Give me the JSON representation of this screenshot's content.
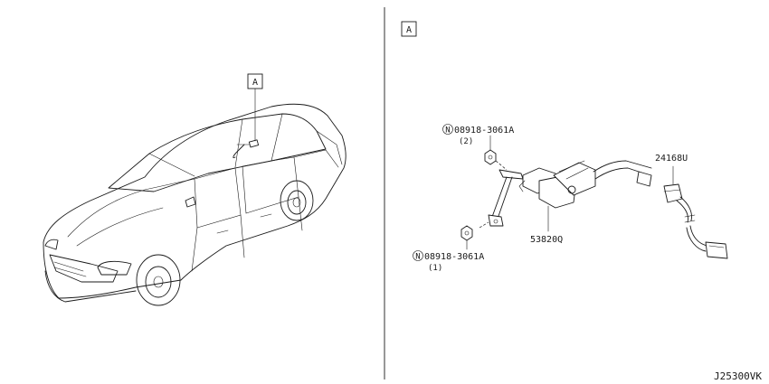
{
  "diagram": {
    "car_callout_letter": "A",
    "detail_callout_letter": "A",
    "diagram_code": "J25300VK",
    "parts": [
      {
        "number": "08918-3061A",
        "qty": "(2)",
        "marker": "N"
      },
      {
        "number": "08918-3061A",
        "qty": "(1)",
        "marker": "N"
      },
      {
        "number": "53820Q"
      },
      {
        "number": "24168U"
      }
    ]
  }
}
